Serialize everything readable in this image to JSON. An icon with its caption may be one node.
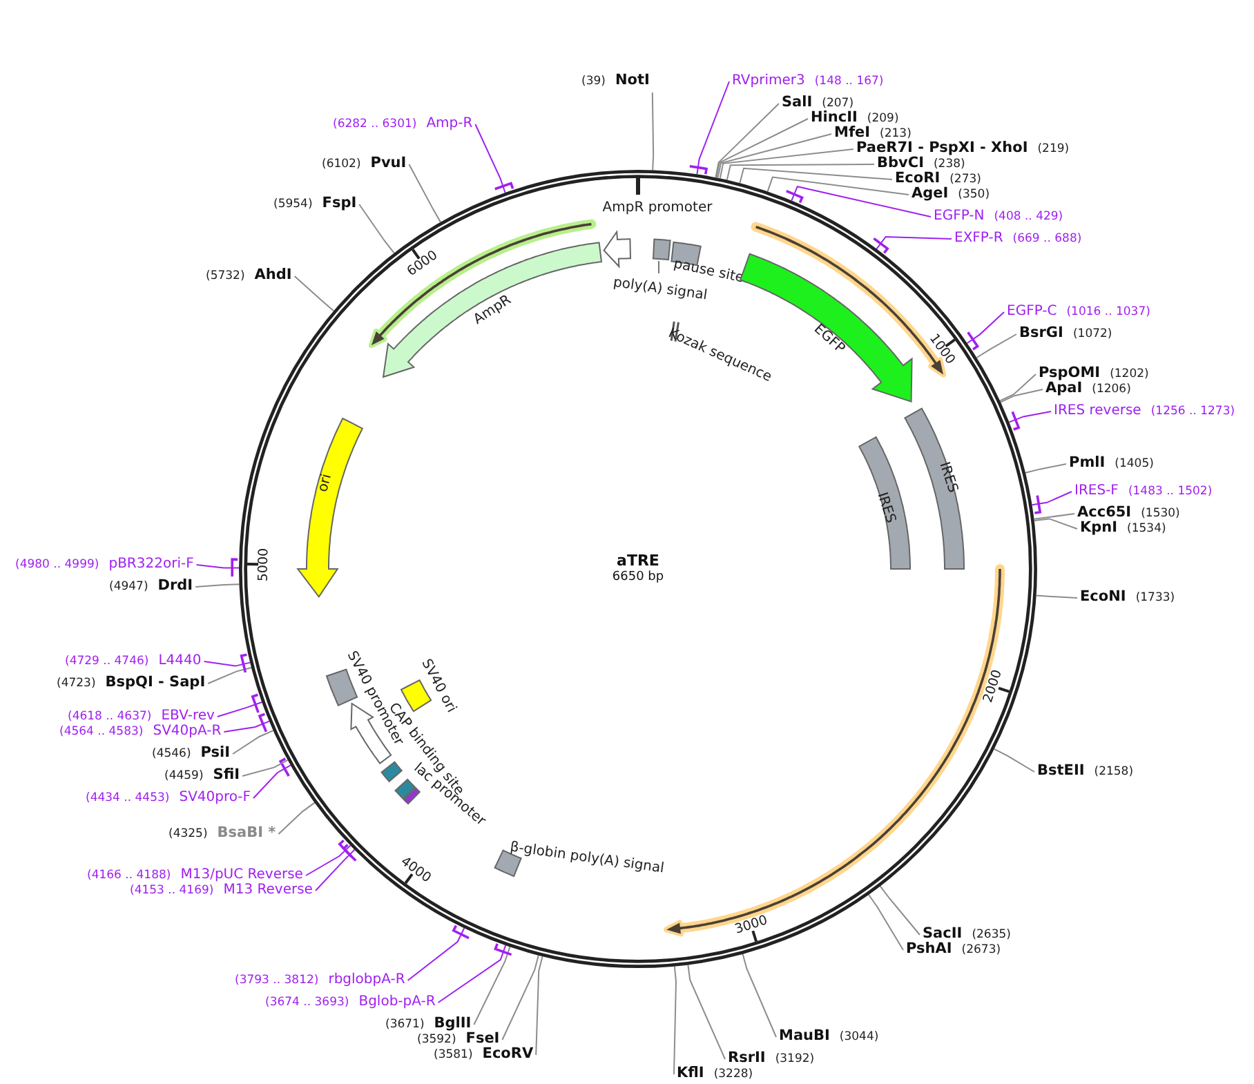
{
  "diagram": {
    "nodes": [
      {
        "text": [
          "aTRE",
          "6650 bp"
        ]
      },
      {
        "text": [
          "poly(A) signal"
        ],
        "in": 0
      },
      {
        "text": [
          "pause site"
        ],
        "in": 0
      },
      {
        "text": [
          "Kozak sequence"
        ],
        "in": 0
      },
      {
        "text": [
          "EGFP"
        ],
        "in": 0
      },
      {
        "text": [
          "IRES"
        ],
        "in": 0
      },
      {
        "text": [
          "IRES"
        ],
        "in": 0
      },
      {
        "text": [
          "β-globin poly(A) signal"
        ],
        "in": 0
      },
      {
        "text": [
          "lac promoter"
        ],
        "in": 0
      },
      {
        "text": [
          "CAP binding site"
        ],
        "in": 0
      },
      {
        "text": [
          "SV40 ori"
        ],
        "in": 0
      },
      {
        "text": [
          "SV40 promoter"
        ],
        "in": 0
      },
      {
        "text": [
          "ori"
        ],
        "in": 0
      },
      {
        "text": [
          "AmpR"
        ],
        "in": 0
      },
      {
        "text": [
          "AmpR promoter"
        ],
        "in": 0
      },
      {
        "text": [
          "(39)",
          "NotI"
        ]
      },
      {
        "text": [
          "RVprimer3",
          "(148 .. 167)"
        ]
      },
      {
        "text": [
          "SalI",
          "(207)"
        ]
      },
      {
        "text": [
          "HincII",
          "(209)"
        ]
      },
      {
        "text": [
          "MfeI",
          "(213)"
        ]
      },
      {
        "text": [
          "PaeR7I - PspXI - XhoI",
          "(219)"
        ]
      },
      {
        "text": [
          "BbvCI",
          "(238)"
        ]
      },
      {
        "text": [
          "EcoRI",
          "(273)"
        ]
      },
      {
        "text": [
          "AgeI",
          "(350)"
        ]
      },
      {
        "text": [
          "EGFP-N",
          "(408 .. 429)"
        ]
      },
      {
        "text": [
          "EXFP-R",
          "(669 .. 688)"
        ]
      },
      {
        "text": [
          "EGFP-C",
          "(1016 .. 1037)"
        ]
      },
      {
        "text": [
          "BsrGI",
          "(1072)"
        ]
      },
      {
        "text": [
          "PspOMI",
          "(1202)"
        ]
      },
      {
        "text": [
          "ApaI",
          "(1206)"
        ]
      },
      {
        "text": [
          "IRES reverse",
          "(1256 .. 1273)"
        ]
      },
      {
        "text": [
          "PmlI",
          "(1405)"
        ]
      },
      {
        "text": [
          "IRES-F",
          "(1483 .. 1502)"
        ]
      },
      {
        "text": [
          "Acc65I",
          "(1530)"
        ]
      },
      {
        "text": [
          "KpnI",
          "(1534)"
        ]
      },
      {
        "text": [
          "EcoNI",
          "(1733)"
        ]
      },
      {
        "text": [
          "BstEII",
          "(2158)"
        ]
      },
      {
        "text": [
          "SacII",
          "(2635)"
        ]
      },
      {
        "text": [
          "PshAI",
          "(2673)"
        ]
      },
      {
        "text": [
          "MauBI",
          "(3044)"
        ]
      },
      {
        "text": [
          "RsrII",
          "(3192)"
        ]
      },
      {
        "text": [
          "KflI",
          "(3228)"
        ]
      },
      {
        "text": [
          "(3581)",
          "EcoRV"
        ]
      },
      {
        "text": [
          "(3592)",
          "FseI"
        ]
      },
      {
        "text": [
          "(3671)",
          "BglII"
        ]
      },
      {
        "text": [
          "(3674 .. 3693)",
          "Bglob-pA-R"
        ]
      },
      {
        "text": [
          "(3793 .. 3812)",
          "rbglobpA-R"
        ]
      },
      {
        "text": [
          "(4153 .. 4169)",
          "M13 Reverse"
        ]
      },
      {
        "text": [
          "(4166 .. 4188)",
          "M13/pUC Reverse"
        ]
      },
      {
        "text": [
          "(4325)",
          "BsaBI *"
        ]
      },
      {
        "text": [
          "(4434 .. 4453)",
          "SV40pro-F"
        ]
      },
      {
        "text": [
          "(4459)",
          "SfiI"
        ]
      },
      {
        "text": [
          "(4546)",
          "PsiI"
        ]
      },
      {
        "text": [
          "(4564 .. 4583)",
          "SV40pA-R"
        ]
      },
      {
        "text": [
          "(4618 .. 4637)",
          "EBV-rev"
        ]
      },
      {
        "text": [
          "(4723)",
          "BspQI - SapI"
        ]
      },
      {
        "text": [
          "(4729 .. 4746)",
          "L4440"
        ]
      },
      {
        "text": [
          "(4947)",
          "DrdI"
        ]
      },
      {
        "text": [
          "(4980 .. 4999)",
          "pBR322ori-F"
        ]
      },
      {
        "text": [
          "(5732)",
          "AhdI"
        ]
      },
      {
        "text": [
          "(5954)",
          "FspI"
        ]
      },
      {
        "text": [
          "(6102)",
          "PvuI"
        ]
      },
      {
        "text": [
          "(6282 .. 6301)",
          "Amp-R"
        ]
      }
    ],
    "edges": [
      {
        "from": 15,
        "to": 0,
        "arrow": "none"
      },
      {
        "from": 16,
        "to": 0,
        "arrow": "none",
        "color": "#a020f0"
      },
      {
        "from": 17,
        "to": 0,
        "arrow": "none"
      },
      {
        "from": 18,
        "to": 0,
        "arrow": "none"
      },
      {
        "from": 19,
        "to": 0,
        "arrow": "none"
      },
      {
        "from": 20,
        "to": 0,
        "arrow": "none"
      },
      {
        "from": 21,
        "to": 0,
        "arrow": "none"
      },
      {
        "from": 22,
        "to": 0,
        "arrow": "none"
      },
      {
        "from": 23,
        "to": 0,
        "arrow": "none"
      },
      {
        "from": 24,
        "to": 0,
        "arrow": "none",
        "color": "#a020f0"
      },
      {
        "from": 25,
        "to": 0,
        "arrow": "none",
        "color": "#a020f0"
      },
      {
        "from": 26,
        "to": 0,
        "arrow": "none",
        "color": "#a020f0"
      },
      {
        "from": 27,
        "to": 0,
        "arrow": "none"
      },
      {
        "from": 28,
        "to": 0,
        "arrow": "none"
      },
      {
        "from": 29,
        "to": 0,
        "arrow": "none"
      },
      {
        "from": 30,
        "to": 0,
        "arrow": "none",
        "color": "#a020f0"
      },
      {
        "from": 31,
        "to": 0,
        "arrow": "none"
      },
      {
        "from": 32,
        "to": 0,
        "arrow": "none",
        "color": "#a020f0"
      },
      {
        "from": 33,
        "to": 0,
        "arrow": "none"
      },
      {
        "from": 34,
        "to": 0,
        "arrow": "none"
      },
      {
        "from": 35,
        "to": 0,
        "arrow": "none"
      },
      {
        "from": 36,
        "to": 0,
        "arrow": "none"
      },
      {
        "from": 37,
        "to": 0,
        "arrow": "none"
      },
      {
        "from": 38,
        "to": 0,
        "arrow": "none"
      },
      {
        "from": 39,
        "to": 0,
        "arrow": "none"
      },
      {
        "from": 40,
        "to": 0,
        "arrow": "none"
      },
      {
        "from": 41,
        "to": 0,
        "arrow": "none"
      },
      {
        "from": 42,
        "to": 0,
        "arrow": "none"
      },
      {
        "from": 43,
        "to": 0,
        "arrow": "none"
      },
      {
        "from": 44,
        "to": 0,
        "arrow": "none"
      },
      {
        "from": 45,
        "to": 0,
        "arrow": "none",
        "color": "#a020f0"
      },
      {
        "from": 46,
        "to": 0,
        "arrow": "none",
        "color": "#a020f0"
      },
      {
        "from": 47,
        "to": 0,
        "arrow": "none",
        "color": "#a020f0"
      },
      {
        "from": 48,
        "to": 0,
        "arrow": "none",
        "color": "#a020f0"
      },
      {
        "from": 49,
        "to": 0,
        "arrow": "none"
      },
      {
        "from": 50,
        "to": 0,
        "arrow": "none",
        "color": "#a020f0"
      },
      {
        "from": 51,
        "to": 0,
        "arrow": "none"
      },
      {
        "from": 52,
        "to": 0,
        "arrow": "none"
      },
      {
        "from": 53,
        "to": 0,
        "arrow": "none",
        "color": "#a020f0"
      },
      {
        "from": 54,
        "to": 0,
        "arrow": "none",
        "color": "#a020f0"
      },
      {
        "from": 55,
        "to": 0,
        "arrow": "none"
      },
      {
        "from": 56,
        "to": 0,
        "arrow": "none",
        "color": "#a020f0"
      },
      {
        "from": 57,
        "to": 0,
        "arrow": "none"
      },
      {
        "from": 58,
        "to": 0,
        "arrow": "none",
        "color": "#a020f0"
      },
      {
        "from": 59,
        "to": 0,
        "arrow": "none"
      },
      {
        "from": 60,
        "to": 0,
        "arrow": "none"
      },
      {
        "from": 61,
        "to": 0,
        "arrow": "none"
      },
      {
        "from": 62,
        "to": 0,
        "arrow": "none",
        "color": "#a020f0"
      }
    ],
    "labels": [
      "6000",
      "1000",
      "5000",
      "2000",
      "4000",
      "3000"
    ]
  }
}
